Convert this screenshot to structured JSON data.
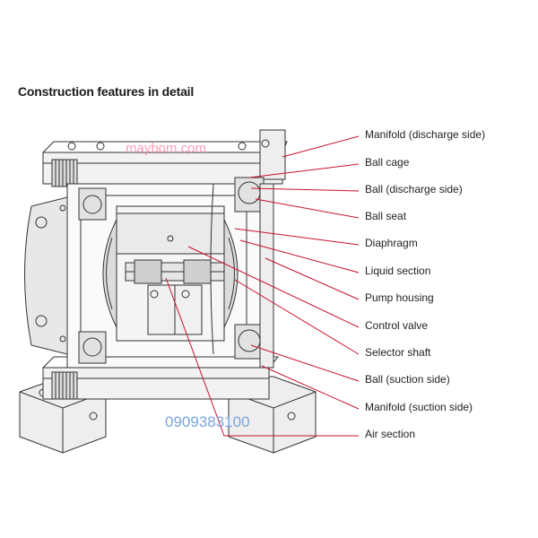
{
  "title": "Construction features in detail",
  "labels": [
    "Manifold (discharge side)",
    "Ball cage",
    "Ball (discharge side)",
    "Ball seat",
    "Diaphragm",
    "Liquid section",
    "Pump housing",
    "Control valve",
    "Selector shaft",
    "Ball (suction side)",
    "Manifold (suction side)",
    "Air section"
  ],
  "watermark": {
    "site": "maybom.com",
    "phone": "0909383100"
  },
  "colors": {
    "leader": "#c8102e",
    "line": "#333333",
    "watermark_site": "#ff9db8",
    "watermark_phone": "#7aa5dd"
  }
}
